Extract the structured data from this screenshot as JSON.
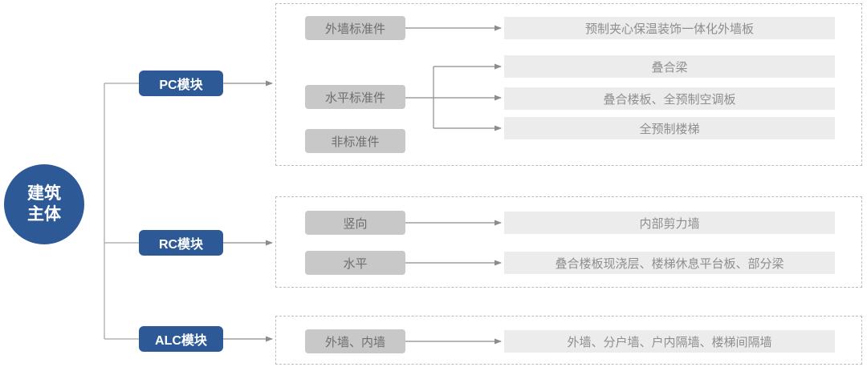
{
  "diagram": {
    "root": {
      "label": "建筑主体",
      "lines": [
        "建筑",
        "主体"
      ]
    },
    "modules": [
      {
        "label": "PC模块",
        "groups": [
          {
            "label": "外墙标准件",
            "outputs": [
              "预制夹心保温装饰一体化外墙板"
            ]
          },
          {
            "label": "水平标准件",
            "outputs": [
              "叠合梁",
              "叠合楼板、全预制空调板",
              "全预制楼梯"
            ]
          },
          {
            "label": "非标准件",
            "outputs": []
          }
        ]
      },
      {
        "label": "RC模块",
        "groups": [
          {
            "label": "竖向",
            "outputs": [
              "内部剪力墙"
            ]
          },
          {
            "label": "水平",
            "outputs": [
              "叠合楼板现浇层、楼梯休息平台板、部分梁"
            ]
          }
        ]
      },
      {
        "label": "ALC模块",
        "groups": [
          {
            "label": "外墙、内墙",
            "outputs": [
              "外墙、分户墙、户内隔墙、楼梯间隔墙"
            ]
          }
        ]
      }
    ],
    "colors": {
      "node_blue": "#2d5a96",
      "category_gray": "#c8c8c8",
      "bar_gray": "#ececec",
      "line_gray": "#8c8c8c",
      "dashed_border": "#bdbdbd",
      "category_text": "#6e6e6e",
      "bar_text": "#8e8e8e",
      "root_text": "#ffffff"
    }
  }
}
